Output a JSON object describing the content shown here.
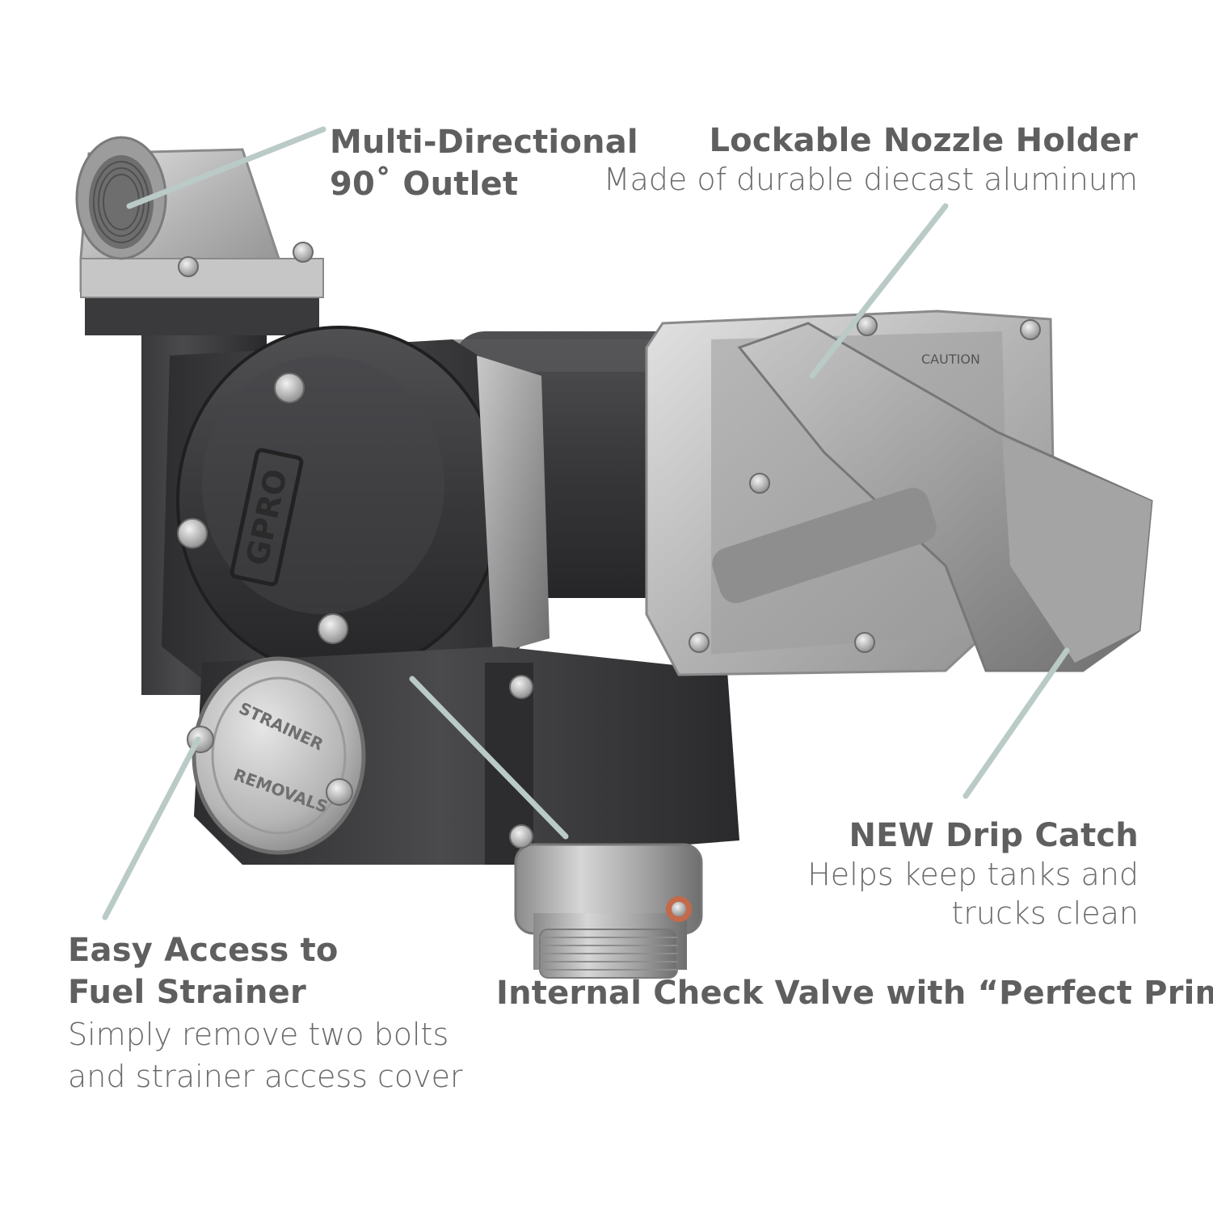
{
  "colors": {
    "leader_line": "#b9cac7",
    "text": "#5f5f5f",
    "pump_body": "#3b3b3d",
    "aluminum": "#b8b8b8"
  },
  "callouts": {
    "outlet": {
      "title_line1": "Multi-Directional",
      "title_line2": "90˚ Outlet"
    },
    "nozzle": {
      "title": "Lockable Nozzle Holder",
      "desc": "Made of durable diecast aluminum"
    },
    "drip": {
      "title": "NEW Drip Catch",
      "desc_line1": "Helps keep tanks and",
      "desc_line2": "trucks clean"
    },
    "strainer": {
      "title_line1": "Easy Access to",
      "title_line2": "Fuel Strainer",
      "desc_line1": "Simply remove two bolts",
      "desc_line2": "and strainer access cover"
    },
    "check_valve": {
      "title": "Internal Check Valve with “Perfect Prime”"
    }
  },
  "product_markings": {
    "logo": "GPRO",
    "strainer_cover_top": "STRAINER",
    "strainer_cover_bottom": "REMOVALS",
    "caution_plate": "CAUTION"
  }
}
